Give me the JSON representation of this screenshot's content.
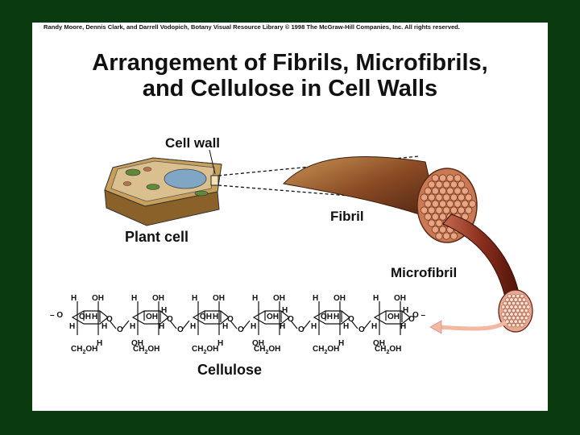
{
  "credit": "Randy Moore, Dennis Clark, and Darrell Vodopich, Botany Visual Resource Library © 1998 The McGraw-Hill Companies, Inc. All rights reserved.",
  "title": {
    "line1": "Arrangement of Fibrils, Microfibrils,",
    "line2": "and Cellulose in Cell Walls"
  },
  "labels": {
    "cell_wall": "Cell wall",
    "plant_cell": "Plant cell",
    "fibril": "Fibril",
    "microfibril": "Microfibril",
    "cellulose": "Cellulose"
  },
  "chem": {
    "H": "H",
    "OH": "OH",
    "O": "O",
    "CH2": "CH",
    "sub2": "2",
    "bond_left": "– O",
    "bond_right": "O –"
  },
  "colors": {
    "background": "#0a3a10",
    "cell_tan": "#c9a05a",
    "fibril_brown": "#7a3f22",
    "microfibril_red": "#8a2e1e",
    "arrow_pink": "#f4b8a0"
  }
}
